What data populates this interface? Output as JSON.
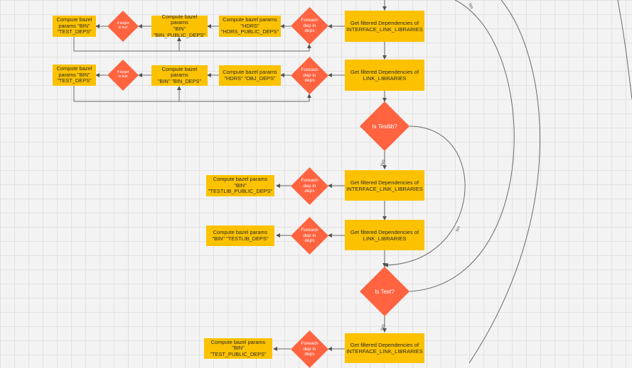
{
  "nodes": {
    "b1": "Compute bazel\nparams \"BIN\"\n\"TEST_DEPS\"",
    "d1": "if target\nis test",
    "b2": "Compute bazel params\n\"BIN\"\n\"BIN_PUBLIC_DEPS\"",
    "b3": "Compute bazel params\n\"HDRS\"\n\"HDRS_PUBLIC_DEPS\"",
    "d2": "Foreach\ndep in\ndeps",
    "p1": "Get filtered Dependencies of\nINTERFACE_LINK_LIBRARIES",
    "b4": "Compute bazel\nparams \"BIN\"\n\"TEST_DEPS\"",
    "d3": "if target\nis test",
    "b5": "Compute bazel params\n\"BIN\" \"BIN_DEPS\"",
    "b6": "Compute bazel params\n\"HDRS\" \"OBJ_DEPS\"",
    "d4": "Foreach\ndep in\ndeps",
    "p2": "Get filtered Dependencies of\nLINK_LIBRARIES",
    "dt1": "Is Testlib?",
    "b7": "Compute bazel params\n\"BIN\"\n\"TESTLIB_PUBLIC_DEPS\"",
    "d5": "Foreach\ndep in\ndeps",
    "p3": "Get filtered Dependencies of\nINTERFACE_LINK_LIBRARIES",
    "b8": "Compute bazel params\n\"BIN\" \"TESTLIB_DEPS\"",
    "d6": "Foreach\ndep in\ndeps",
    "p4": "Get filtered Dependencies of\nLINK_LIBRARIES",
    "dt2": "Is Test?",
    "b9": "Compute bazel params\n\"BIN\"\n\"TEST_PUBLIC_DEPS\"",
    "d7": "Foreach\ndep in\ndeps",
    "p5": "Get filtered Dependencies of\nINTERFACE_LINK_LIBRARIES"
  },
  "edge_labels": {
    "yes1": "Yes",
    "no1": "No",
    "yes2": "Yes",
    "no_top": "No"
  },
  "colors": {
    "process": "#fcc200",
    "decision": "#ff6340",
    "connector": "#555555"
  }
}
